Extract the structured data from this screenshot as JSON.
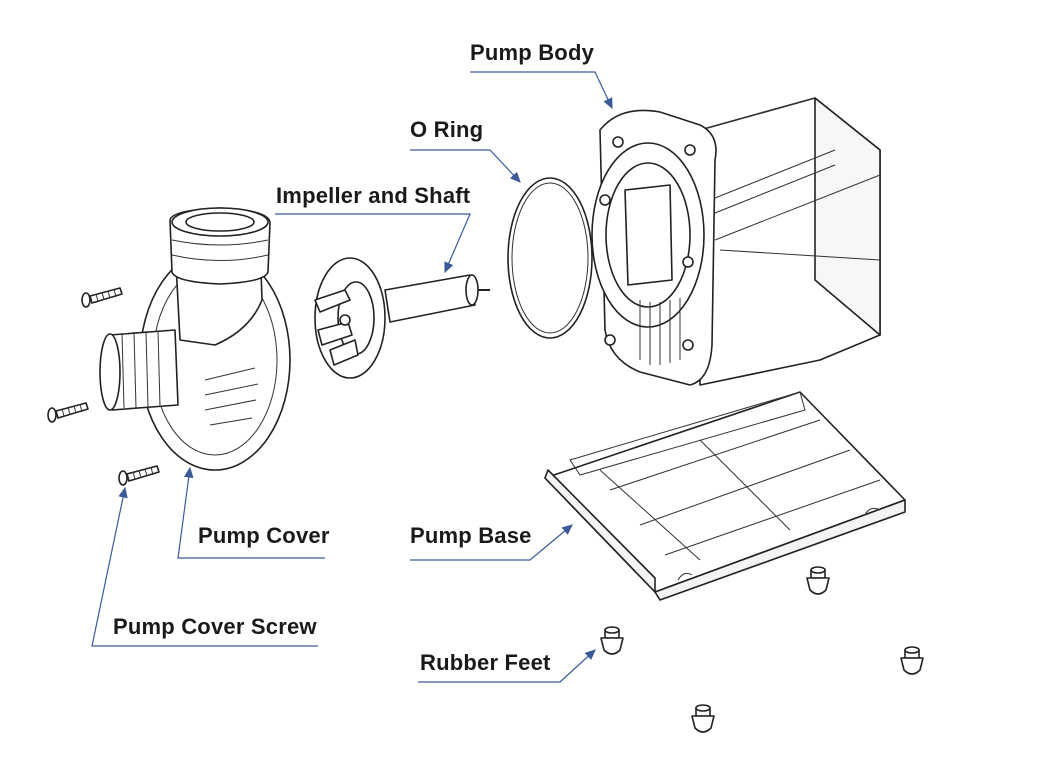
{
  "labels": {
    "pump_body": "Pump Body",
    "o_ring": "O Ring",
    "impeller_and_shaft": "Impeller and Shaft",
    "pump_cover": "Pump Cover",
    "pump_base": "Pump Base",
    "pump_cover_screw": "Pump Cover Screw",
    "rubber_feet": "Rubber Feet"
  },
  "colors": {
    "leader_line": "#3a5a9a",
    "outline": "#222222",
    "background": "#ffffff"
  }
}
